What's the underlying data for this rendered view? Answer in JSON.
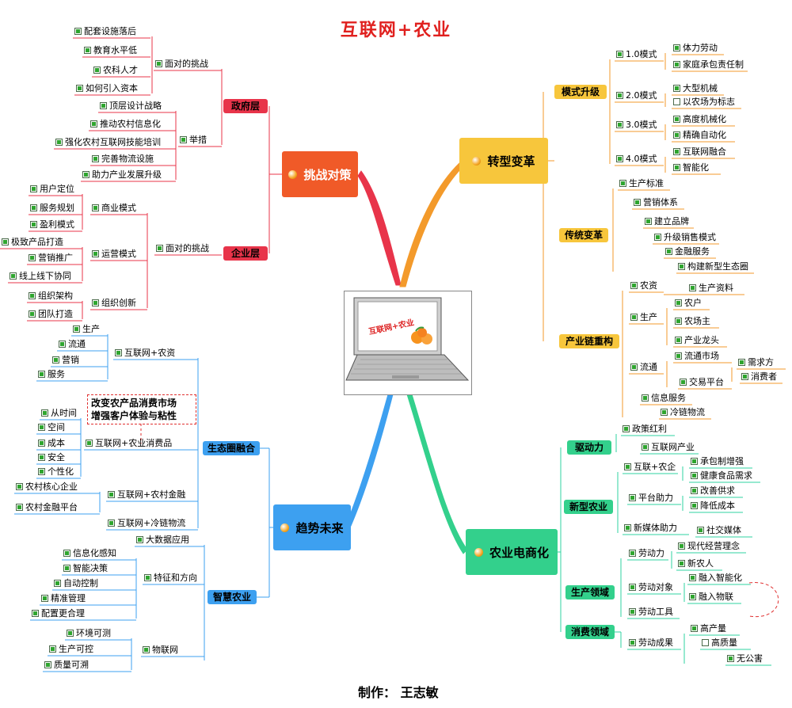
{
  "title": "互联网+农业",
  "credit": "制作：  王志敏",
  "laptop_screen_text": "互联网+农业",
  "main_nodes": {
    "challenge": "挑战对策",
    "transform": "转型变革",
    "trend": "趋势未来",
    "ecommerce": "农业电商化"
  },
  "colors": {
    "challenge": "#f05a28",
    "transform": "#f7c63c",
    "trend": "#3da0f0",
    "ecommerce": "#33d08c"
  },
  "note_lines": [
    "改变农产品消费市场",
    "增强客户体验与粘性"
  ],
  "challenge": {
    "gov": "政府层",
    "gov_face": "面对的挑战",
    "gov_face_items": [
      "配套设施落后",
      "教育水平低",
      "农科人才",
      "如何引入资本"
    ],
    "gov_measure": "举措",
    "gov_measure_items": [
      "顶层设计战略",
      "推动农村信息化",
      "强化农村互联网技能培训",
      "完善物流设施",
      "助力产业发展升级"
    ],
    "ent": "企业层",
    "ent_face": "面对的挑战",
    "biz": "商业模式",
    "biz_items": [
      "用户定位",
      "服务规划",
      "盈利模式"
    ],
    "ops": "运营模式",
    "ops_items": [
      "极致产品打造",
      "营销推广",
      "线上线下协同"
    ],
    "org": "组织创新",
    "org_items": [
      "组织架构",
      "团队打造"
    ]
  },
  "transform": {
    "mode": "模式升级",
    "m1": "1.0模式",
    "m1_items": [
      "体力劳动",
      "家庭承包责任制"
    ],
    "m2": "2.0模式",
    "m2_items": [
      "大型机械",
      "以农场为标志"
    ],
    "m3": "3.0模式",
    "m3_items": [
      "高度机械化",
      "精确自动化"
    ],
    "m4": "4.0模式",
    "m4_items": [
      "互联网融合",
      "智能化"
    ],
    "trad": "传统变革",
    "trad_items": [
      "生产标准",
      "营销体系",
      "建立品牌",
      "升级销售模式",
      "金融服务",
      "构建新型生态圈"
    ],
    "chain": "产业链重构",
    "input": "农资",
    "input_items": [
      "生产资料"
    ],
    "prod": "生产",
    "prod_items": [
      "农户",
      "农场主",
      "产业龙头"
    ],
    "circ": "流通",
    "market": "流通市场",
    "trade": "交易平台",
    "market_items": [
      "需求方",
      "消费者"
    ],
    "info": "信息服务",
    "cold": "冷链物流"
  },
  "trend": {
    "eco": "生态圈融合",
    "ni": "互联网+农资",
    "ni_items": [
      "生产",
      "流通",
      "营销",
      "服务"
    ],
    "nc": "互联网+农业消费品",
    "nc_items": [
      "从时间",
      "空间",
      "成本",
      "安全",
      "个性化"
    ],
    "nf": "互联网+农村金融",
    "nf_items": [
      "农村核心企业",
      "农村金融平台"
    ],
    "nl": "互联网+冷链物流",
    "smart": "智慧农业",
    "bigdata": "大数据应用",
    "feat": "特征和方向",
    "feat_items": [
      "信息化感知",
      "智能决策",
      "自动控制",
      "精准管理",
      "配置更合理"
    ],
    "iot": "物联网",
    "iot_items": [
      "环境可测",
      "生产可控",
      "质量可溯"
    ]
  },
  "ecommerce": {
    "drive": "驱动力",
    "drive_items": [
      "政策红利",
      "互联网产业"
    ],
    "newag": "新型农业",
    "ie": "互联+农企",
    "ie_items": [
      "承包制增强",
      "健康食品需求"
    ],
    "pf": "平台助力",
    "pf_items": [
      "改善供求",
      "降低成本"
    ],
    "nm": "新媒体助力",
    "nm_items": [
      "社交媒体"
    ],
    "prodf": "生产领域",
    "labor": "劳动力",
    "labor_items": [
      "现代经营理念",
      "新农人"
    ],
    "lobj": "劳动对象",
    "lobj_items": [
      "融入智能化",
      "融入物联"
    ],
    "tool": "劳动工具",
    "cons": "消费领域",
    "result": "劳动成果",
    "result_items": [
      "高产量",
      "高质量",
      "无公害"
    ]
  }
}
